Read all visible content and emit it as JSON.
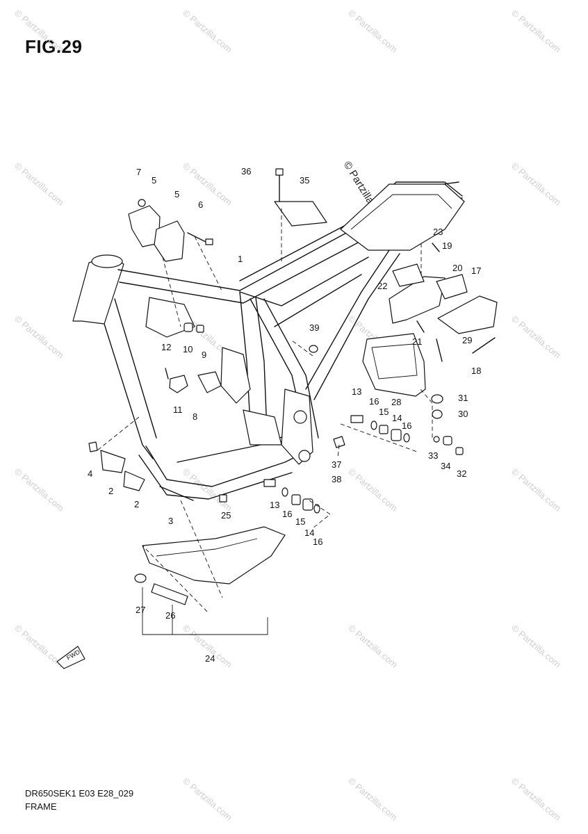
{
  "figure": {
    "title": "FIG.29"
  },
  "footer": {
    "code": "DR650SEK1 E03 E28_029",
    "name": "FRAME"
  },
  "watermark": {
    "text": "© Partzilla.com",
    "main_text": "© Partzilla.com"
  },
  "fwd_label": "FWD",
  "callouts": [
    {
      "id": "c1",
      "text": "1"
    },
    {
      "id": "c2a",
      "text": "2"
    },
    {
      "id": "c2b",
      "text": "2"
    },
    {
      "id": "c3",
      "text": "3"
    },
    {
      "id": "c4",
      "text": "4"
    },
    {
      "id": "c5a",
      "text": "5"
    },
    {
      "id": "c5b",
      "text": "5"
    },
    {
      "id": "c6",
      "text": "6"
    },
    {
      "id": "c7",
      "text": "7"
    },
    {
      "id": "c8",
      "text": "8"
    },
    {
      "id": "c9",
      "text": "9"
    },
    {
      "id": "c10",
      "text": "10"
    },
    {
      "id": "c11",
      "text": "11"
    },
    {
      "id": "c12",
      "text": "12"
    },
    {
      "id": "c13a",
      "text": "13"
    },
    {
      "id": "c13b",
      "text": "13"
    },
    {
      "id": "c14a",
      "text": "14"
    },
    {
      "id": "c14b",
      "text": "14"
    },
    {
      "id": "c15a",
      "text": "15"
    },
    {
      "id": "c15b",
      "text": "15"
    },
    {
      "id": "c16a",
      "text": "16"
    },
    {
      "id": "c16b",
      "text": "16"
    },
    {
      "id": "c16c",
      "text": "16"
    },
    {
      "id": "c16d",
      "text": "16"
    },
    {
      "id": "c17",
      "text": "17"
    },
    {
      "id": "c18",
      "text": "18"
    },
    {
      "id": "c19",
      "text": "19"
    },
    {
      "id": "c20",
      "text": "20"
    },
    {
      "id": "c21",
      "text": "21"
    },
    {
      "id": "c22",
      "text": "22"
    },
    {
      "id": "c23",
      "text": "23"
    },
    {
      "id": "c24",
      "text": "24"
    },
    {
      "id": "c25",
      "text": "25"
    },
    {
      "id": "c26",
      "text": "26"
    },
    {
      "id": "c27",
      "text": "27"
    },
    {
      "id": "c28",
      "text": "28"
    },
    {
      "id": "c29",
      "text": "29"
    },
    {
      "id": "c30",
      "text": "30"
    },
    {
      "id": "c31",
      "text": "31"
    },
    {
      "id": "c32",
      "text": "32"
    },
    {
      "id": "c33",
      "text": "33"
    },
    {
      "id": "c34",
      "text": "34"
    },
    {
      "id": "c35",
      "text": "35"
    },
    {
      "id": "c36",
      "text": "36"
    },
    {
      "id": "c37",
      "text": "37"
    },
    {
      "id": "c38",
      "text": "38"
    },
    {
      "id": "c39",
      "text": "39"
    }
  ]
}
